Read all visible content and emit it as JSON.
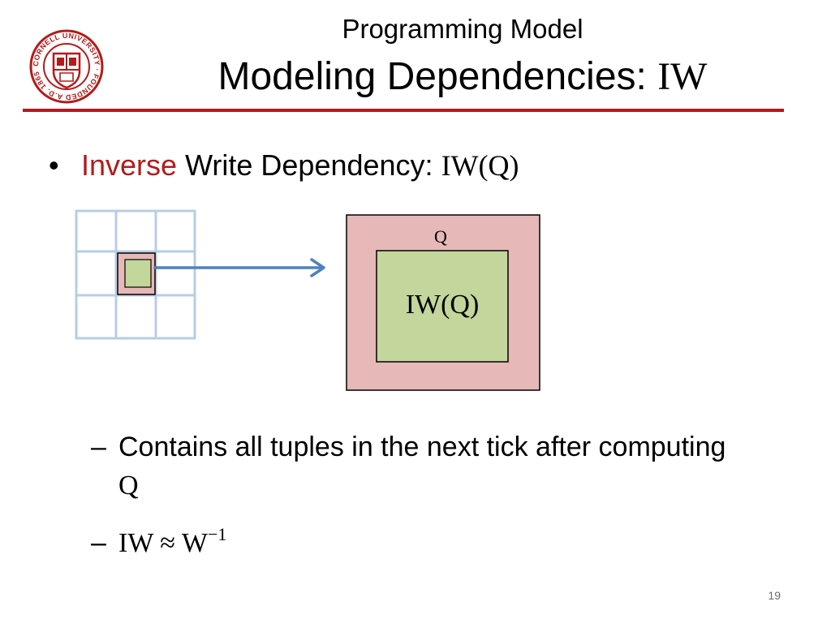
{
  "header": {
    "subtitle": "Programming Model",
    "title_text": "Modeling Dependencies: ",
    "title_math": "IW",
    "logo_text": "CORNELL UNIVERSITY · FOUNDED A.D. 1865"
  },
  "bullet": {
    "marker": "•",
    "accent_word": "Inverse",
    "text": " Write Dependency: ",
    "math": "IW(Q)"
  },
  "diagram": {
    "outer_label": "Q",
    "inner_label": "IW(Q)"
  },
  "sub_bullets": {
    "dash": "–",
    "item1_line1": "Contains all tuples in the next tick after computing",
    "item1_line2": "Q",
    "item2_math": "IW ≈ W",
    "item2_sup": "−1"
  },
  "footer": {
    "page_number": "19"
  },
  "colors": {
    "accent": "#b31b1b",
    "grid_line": "#b8cce4",
    "arrow": "#4f81bd",
    "pink_fill": "#e6b9b8",
    "green_fill": "#c3d69b"
  }
}
